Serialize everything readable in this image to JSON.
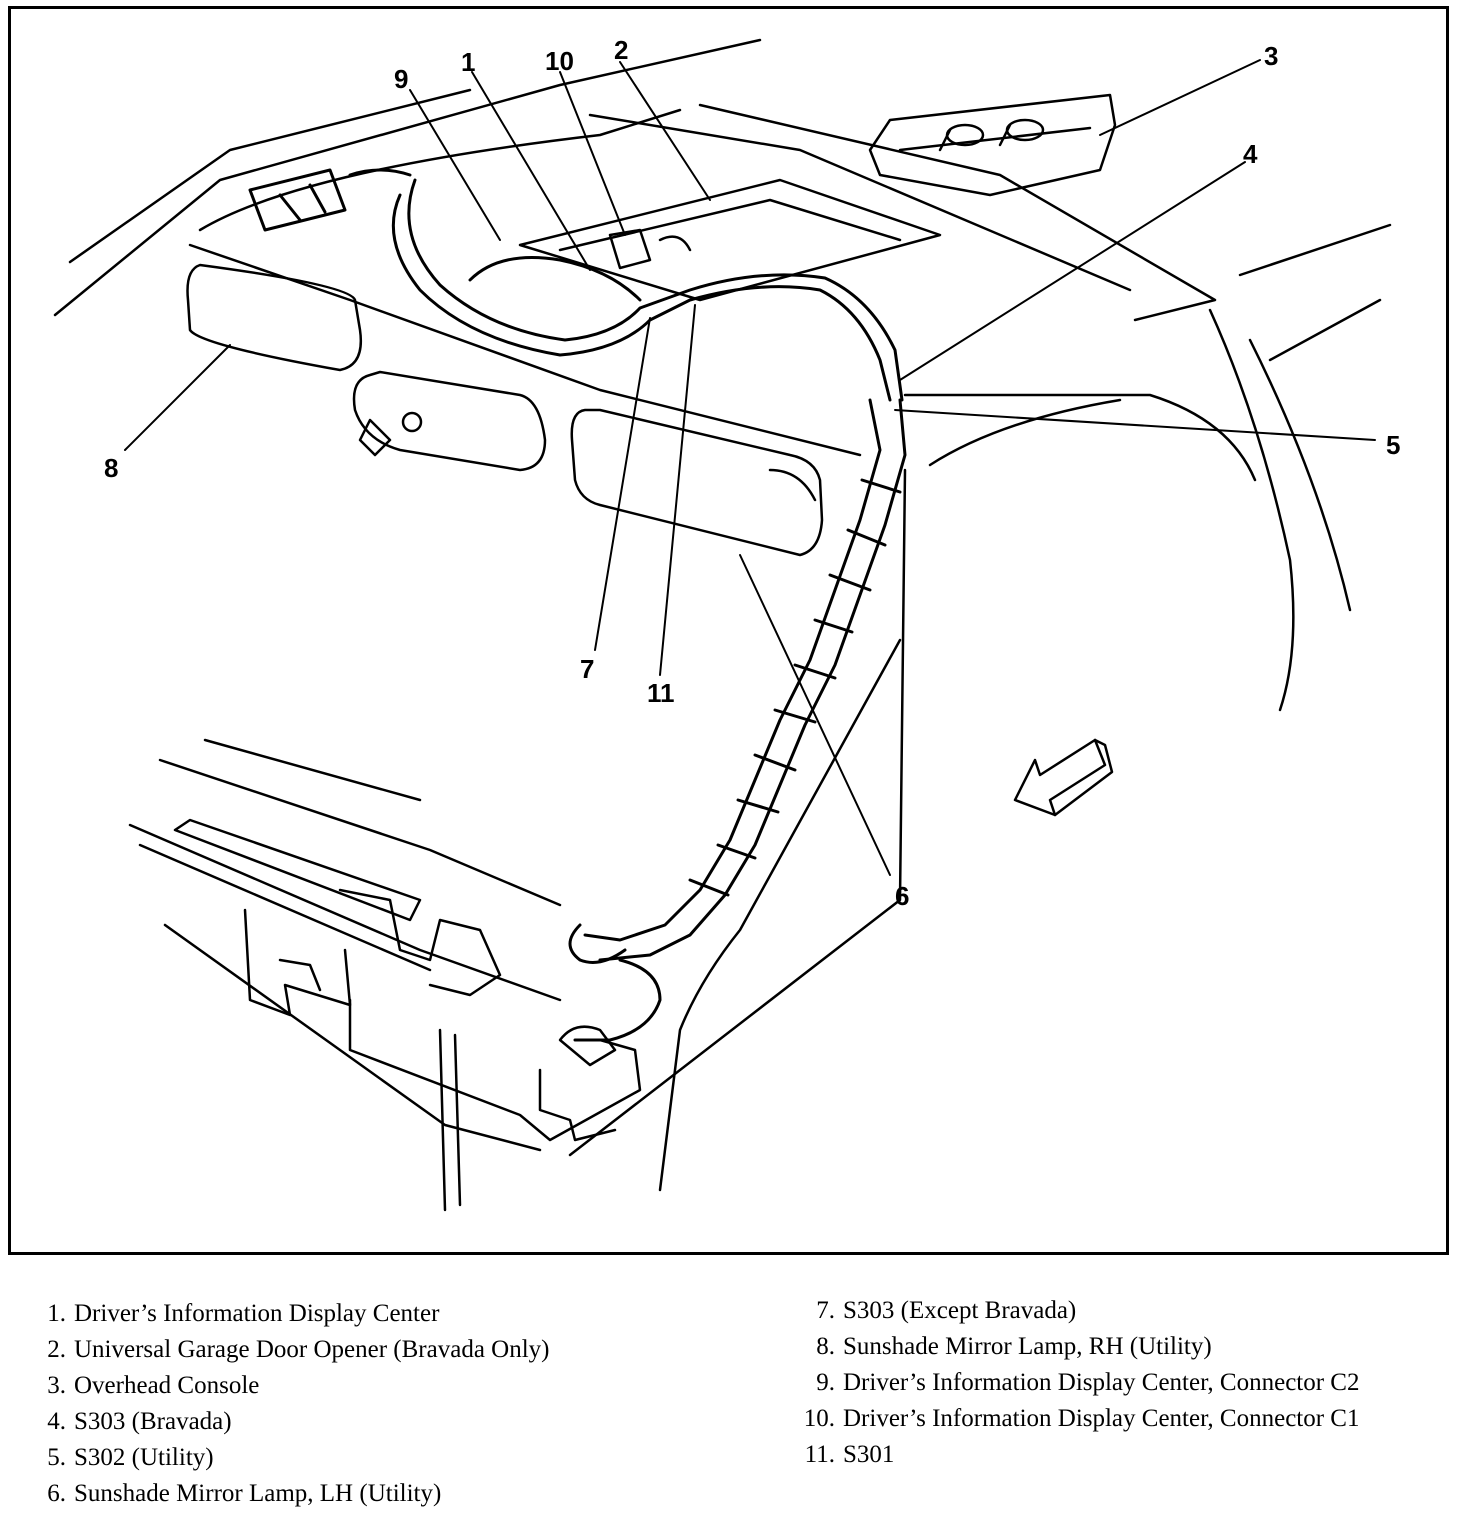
{
  "callouts": [
    "1",
    "2",
    "3",
    "4",
    "5",
    "6",
    "7",
    "8",
    "9",
    "10",
    "11"
  ],
  "legend": {
    "left": [
      {
        "num": "1.",
        "text": "Driver’s Information Display Center"
      },
      {
        "num": "2.",
        "text": "Universal Garage Door Opener (Bravada Only)"
      },
      {
        "num": "3.",
        "text": "Overhead Console"
      },
      {
        "num": "4.",
        "text": "S303 (Bravada)"
      },
      {
        "num": "5.",
        "text": "S302 (Utility)"
      },
      {
        "num": "6.",
        "text": "Sunshade Mirror Lamp, LH (Utility)"
      }
    ],
    "right": [
      {
        "num": "7.",
        "text": "S303 (Except Bravada)"
      },
      {
        "num": "8.",
        "text": "Sunshade Mirror Lamp, RH (Utility)"
      },
      {
        "num": "9.",
        "text": "Driver’s Information Display Center, Connector C2"
      },
      {
        "num": "10.",
        "text": "Driver’s Information Display Center, Connector C1"
      },
      {
        "num": "11.",
        "text": "S301"
      }
    ]
  }
}
